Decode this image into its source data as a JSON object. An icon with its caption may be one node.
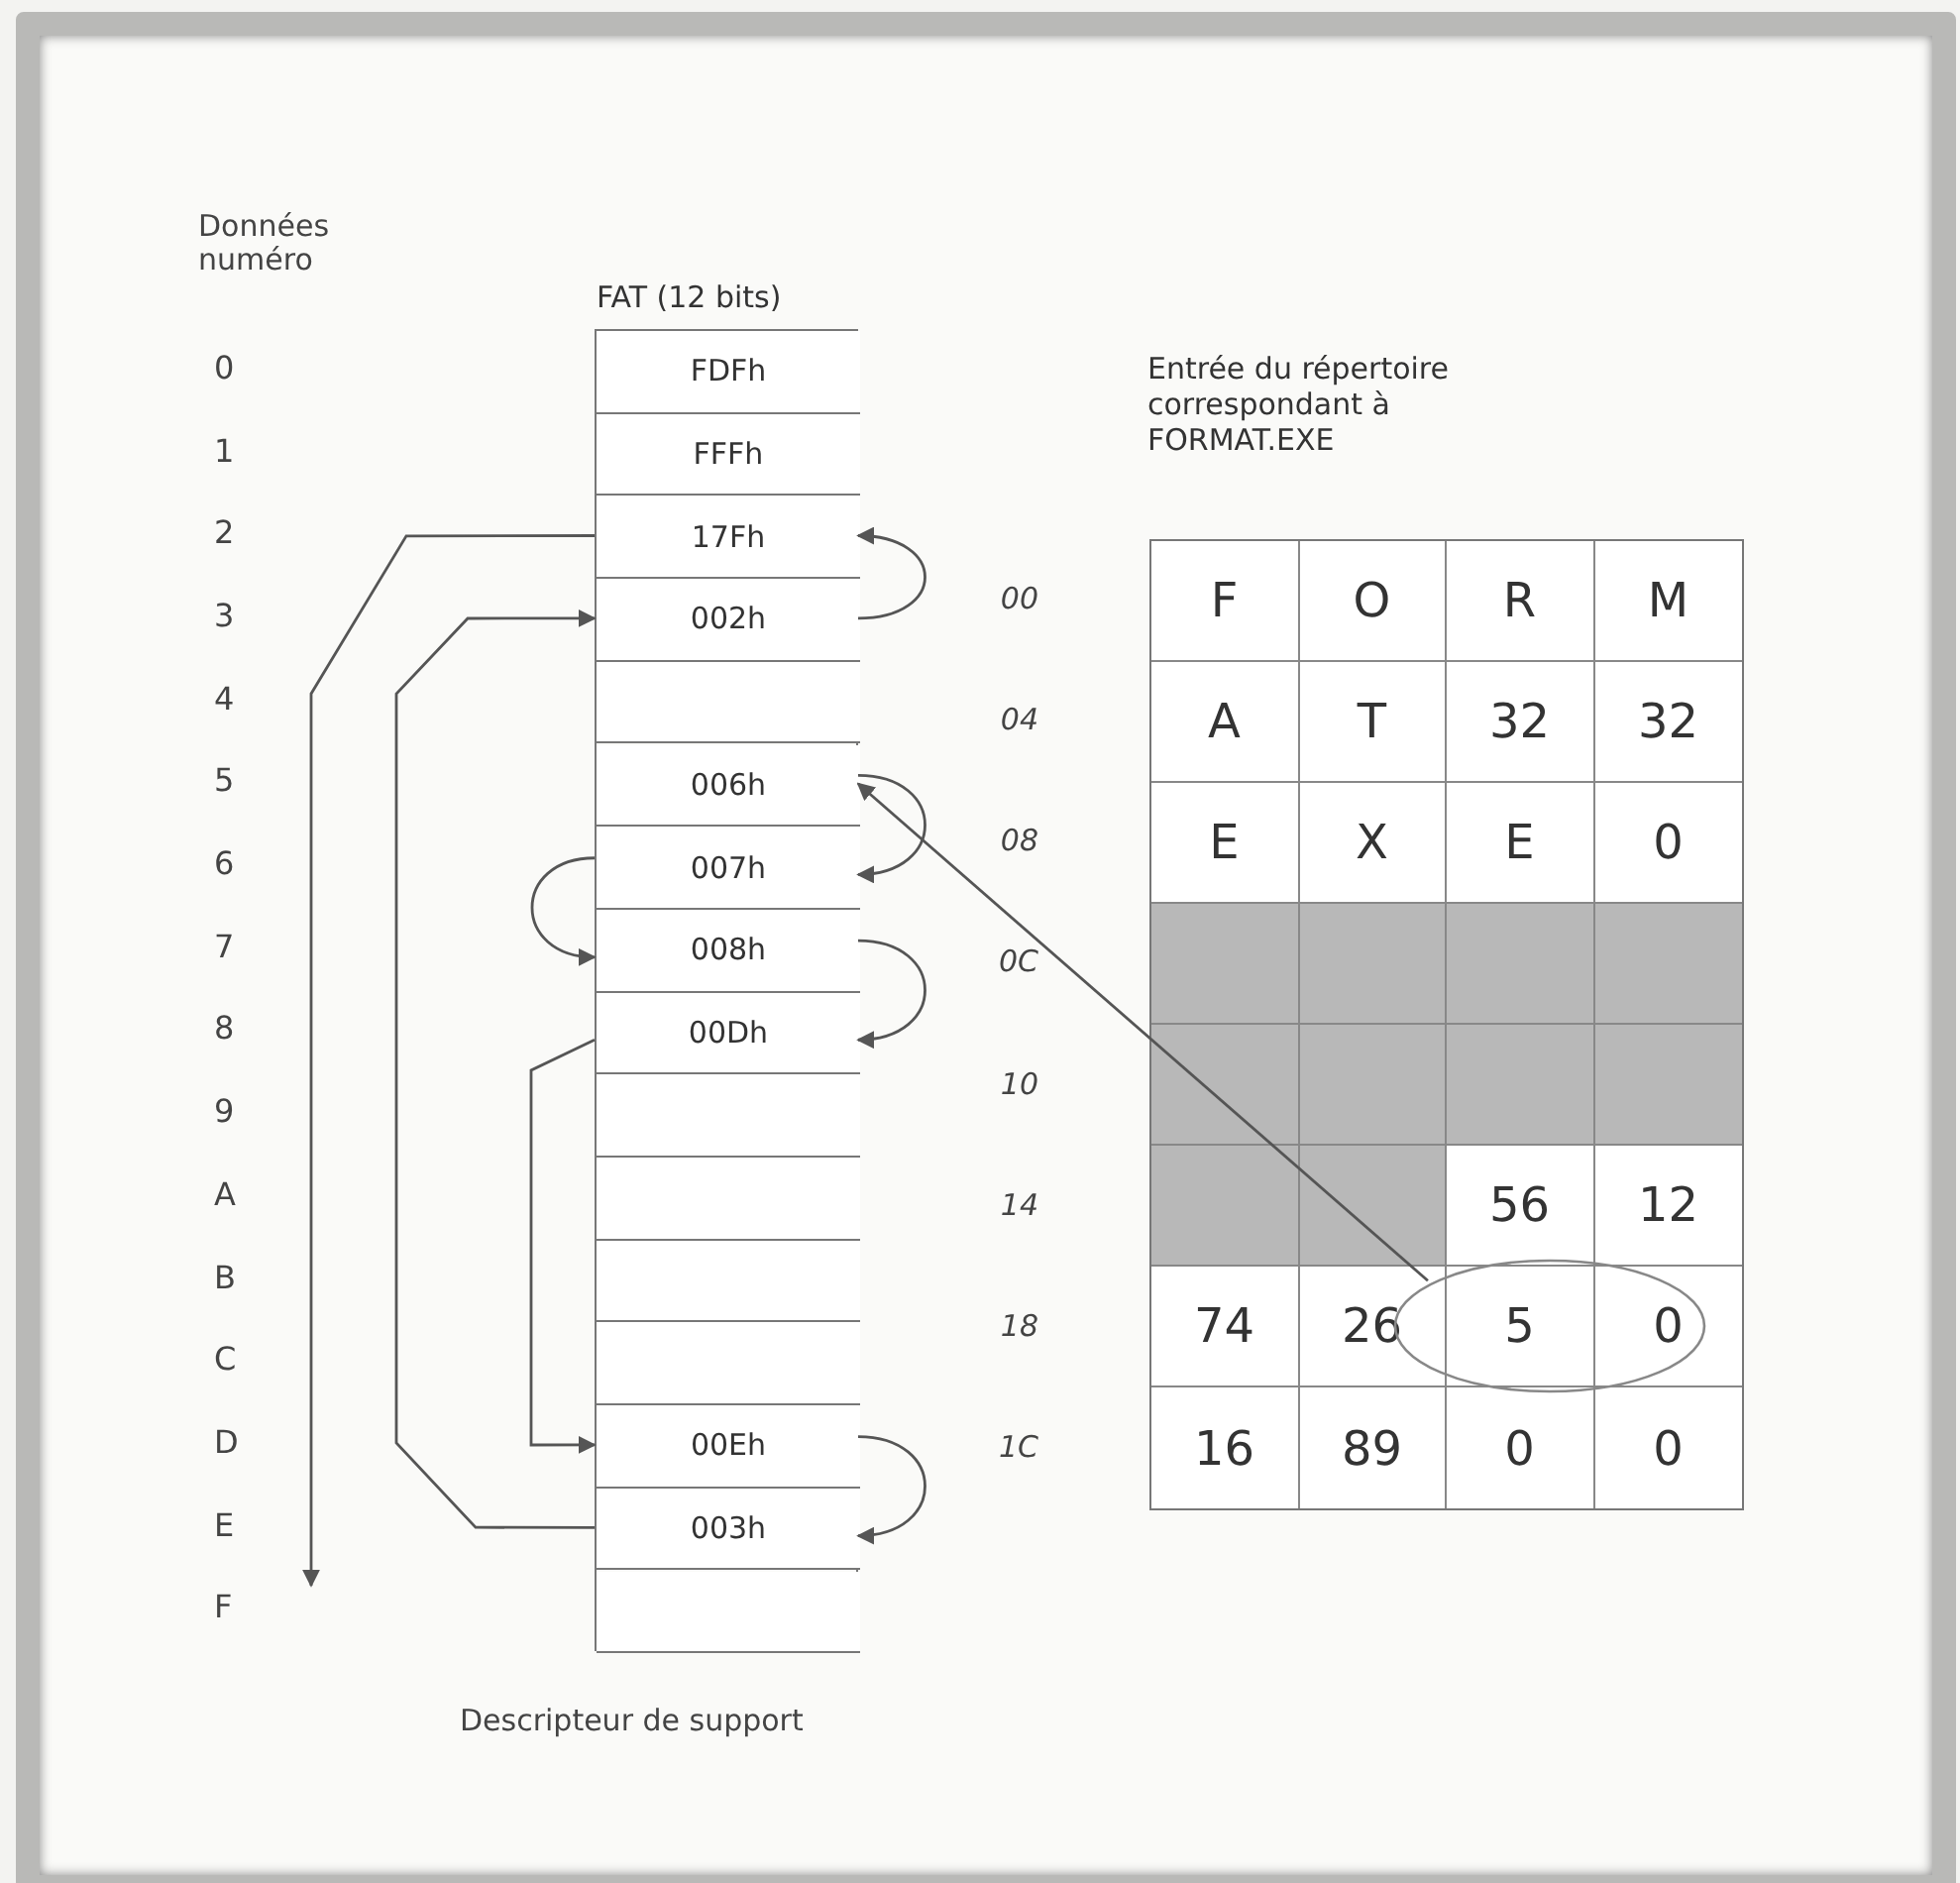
{
  "diagram": {
    "nodes": [
      {
        "text": [
          "FAT (12 bits)"
        ]
      },
      {
        "text": [
          "FDFh"
        ],
        "in": 0
      },
      {
        "text": [
          "FFFh"
        ],
        "in": 0
      },
      {
        "text": [
          "17Fh"
        ],
        "in": 0
      },
      {
        "text": [
          "002h"
        ],
        "in": 0
      },
      {
        "text": [],
        "shape": "box",
        "in": 0
      },
      {
        "text": [
          "006h"
        ],
        "in": 0
      },
      {
        "text": [
          "007h"
        ],
        "in": 0
      },
      {
        "text": [
          "008h"
        ],
        "in": 0
      },
      {
        "text": [
          "00Dh"
        ],
        "in": 0
      },
      {
        "text": [],
        "shape": "box",
        "in": 0
      },
      {
        "text": [],
        "shape": "box",
        "in": 0
      },
      {
        "text": [],
        "shape": "box",
        "in": 0
      },
      {
        "text": [],
        "shape": "box",
        "in": 0
      },
      {
        "text": [
          "00Eh"
        ],
        "in": 0
      },
      {
        "text": [
          "003h"
        ],
        "in": 0
      },
      {
        "text": [],
        "shape": "box",
        "in": 0
      },
      {
        "text": [
          "Entrée du répertoire correspondant à FORMAT.EXE"
        ]
      },
      {
        "text": [],
        "shape": "ellipse",
        "in": 17
      }
    ],
    "edges": [
      {
        "from": 3,
        "to": null,
        "arrow": "to"
      },
      {
        "from": 15,
        "to": 4,
        "arrow": "to"
      },
      {
        "from": 4,
        "to": 3,
        "arrow": "to"
      },
      {
        "from": 6,
        "to": 7,
        "arrow": "to"
      },
      {
        "from": 7,
        "to": 8,
        "arrow": "to"
      },
      {
        "from": 8,
        "to": 9,
        "arrow": "to"
      },
      {
        "from": 9,
        "to": 14,
        "arrow": "to"
      },
      {
        "from": 14,
        "to": 15,
        "arrow": "to"
      },
      {
        "from": 18,
        "to": 6,
        "arrow": "to"
      }
    ],
    "labels": [
      "Données numéro",
      "0",
      "1",
      "2",
      "3",
      "4",
      "5",
      "6",
      "7",
      "8",
      "9",
      "A",
      "B",
      "C",
      "D",
      "E",
      "F",
      "00",
      "04",
      "08",
      "0C",
      "10",
      "14",
      "18",
      "1C",
      "F",
      "O",
      "R",
      "M",
      "A",
      "T",
      "32",
      "32",
      "E",
      "X",
      "E",
      "0",
      "56",
      "12",
      "74",
      "26",
      "5",
      "0",
      "16",
      "89",
      "0",
      "0",
      "Descripteur de support"
    ]
  }
}
